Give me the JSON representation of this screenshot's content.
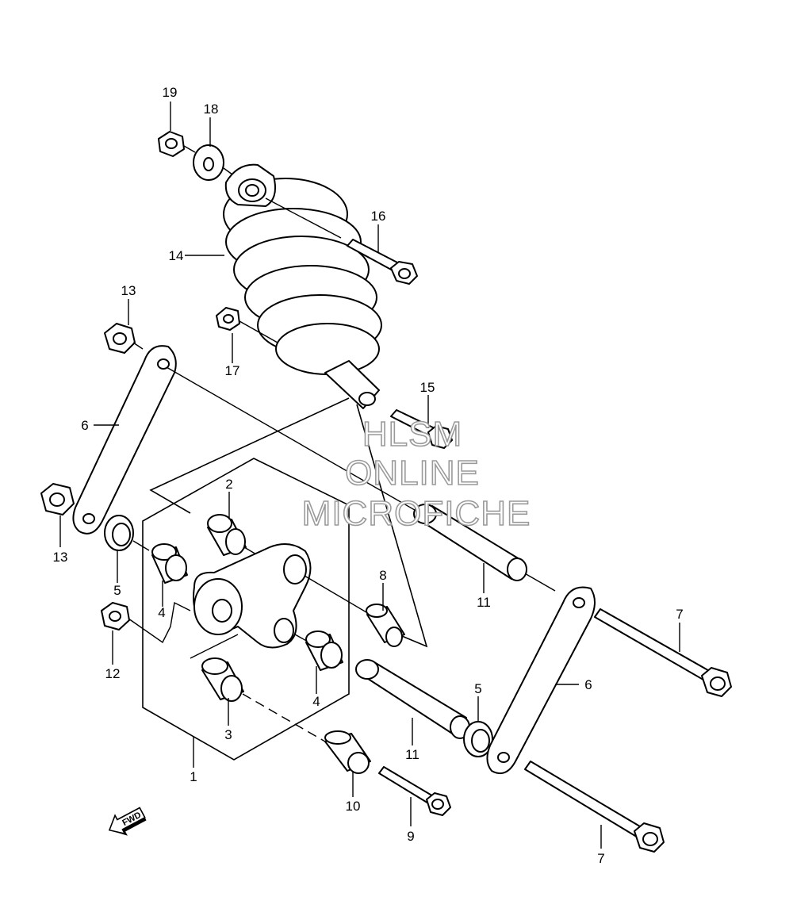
{
  "callouts": {
    "c1": "1",
    "c2": "2",
    "c3": "3",
    "c4a": "4",
    "c4b": "4",
    "c5a": "5",
    "c5b": "5",
    "c6a": "6",
    "c6b": "6",
    "c7a": "7",
    "c7b": "7",
    "c8": "8",
    "c9": "9",
    "c10": "10",
    "c11a": "11",
    "c11b": "11",
    "c12": "12",
    "c13a": "13",
    "c13b": "13",
    "c14": "14",
    "c15": "15",
    "c16": "16",
    "c17": "17",
    "c18": "18",
    "c19": "19"
  },
  "watermark": {
    "line1": "HLSM",
    "line2": "ONLINE",
    "line3": "MICROFICHE"
  },
  "fwd_label": "FWD",
  "icons": {
    "direction": "fwd-arrow-icon"
  }
}
